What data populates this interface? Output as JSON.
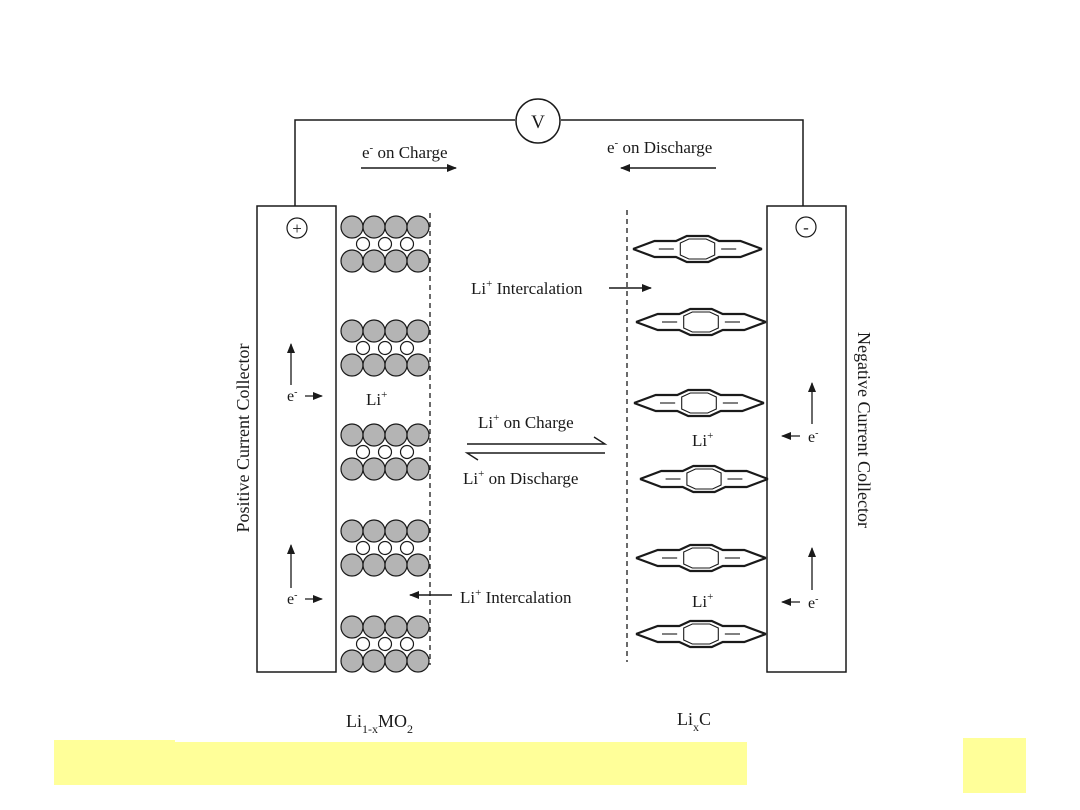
{
  "voltmeter": {
    "symbol": "V"
  },
  "electron_flow": {
    "charge": {
      "e": "e",
      "sup": "-",
      "text": " on Charge"
    },
    "discharge": {
      "e": "e",
      "sup": "-",
      "text": " on Discharge"
    }
  },
  "positive_collector": {
    "label": "Positive Current Collector",
    "terminal": "+"
  },
  "negative_collector": {
    "label": "Negative Current Collector",
    "terminal": "-"
  },
  "electron": {
    "base": "e",
    "sup": "-"
  },
  "li_ion": {
    "base": "Li",
    "sup": "+"
  },
  "intercalation": {
    "text": " Intercalation"
  },
  "ion_flow": {
    "charge_text": " on Charge",
    "discharge_text": " on Discharge"
  },
  "cathode_formula": {
    "a": "Li",
    "sub": "1-x",
    "b": "MO",
    "sub2": "2"
  },
  "anode_formula": {
    "a": "Li",
    "sub": "x",
    "b": "C"
  },
  "colors": {
    "sphere": "#b4b4b4",
    "highlight": "#ffff99"
  }
}
